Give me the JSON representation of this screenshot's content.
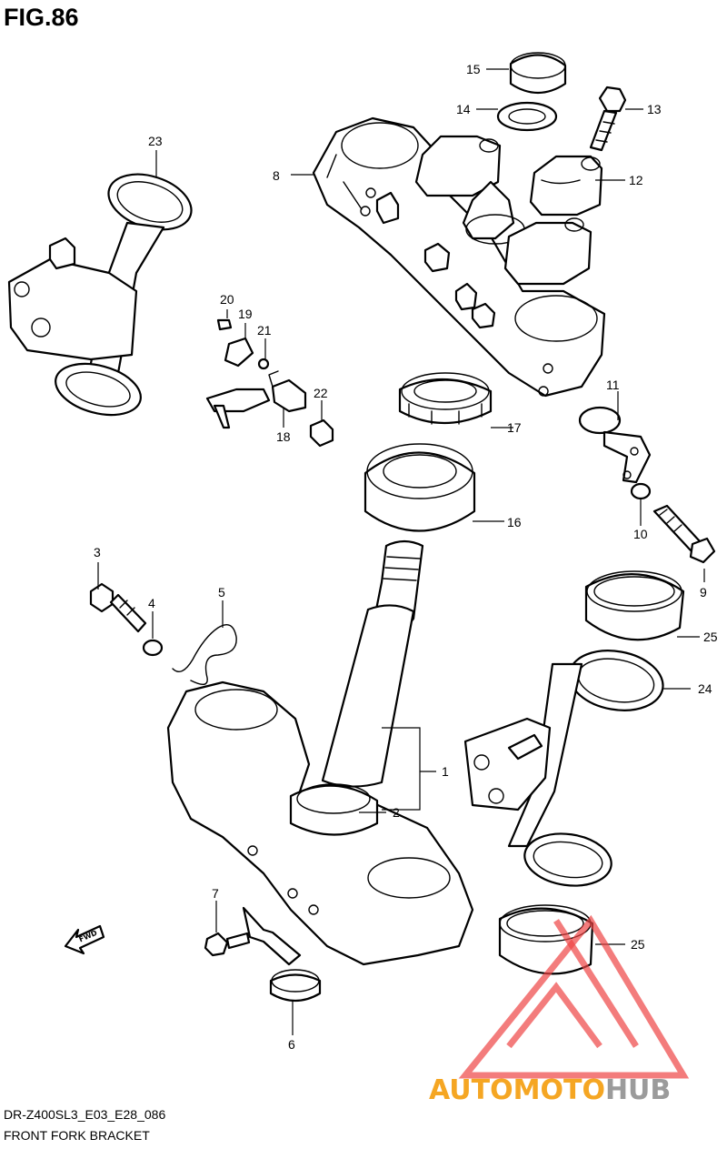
{
  "figure": {
    "title": "FIG.86"
  },
  "captions": {
    "code": "DR-Z400SL3_E03_E28_086",
    "name": "FRONT FORK BRACKET"
  },
  "callouts": [
    "1",
    "2",
    "3",
    "4",
    "5",
    "6",
    "7",
    "8",
    "9",
    "10",
    "11",
    "12",
    "13",
    "14",
    "15",
    "16",
    "17",
    "18",
    "19",
    "20",
    "21",
    "22",
    "23",
    "24",
    "25",
    "25"
  ],
  "fwd_arrow": {
    "label": "FWD",
    "icon": "forward-arrow-icon"
  },
  "watermark": {
    "part1": "AUTOMOTO",
    "part2": "HUB",
    "color1": "#f5a623",
    "color2": "#9b9b9b",
    "triangle_color": "#ee4444"
  }
}
